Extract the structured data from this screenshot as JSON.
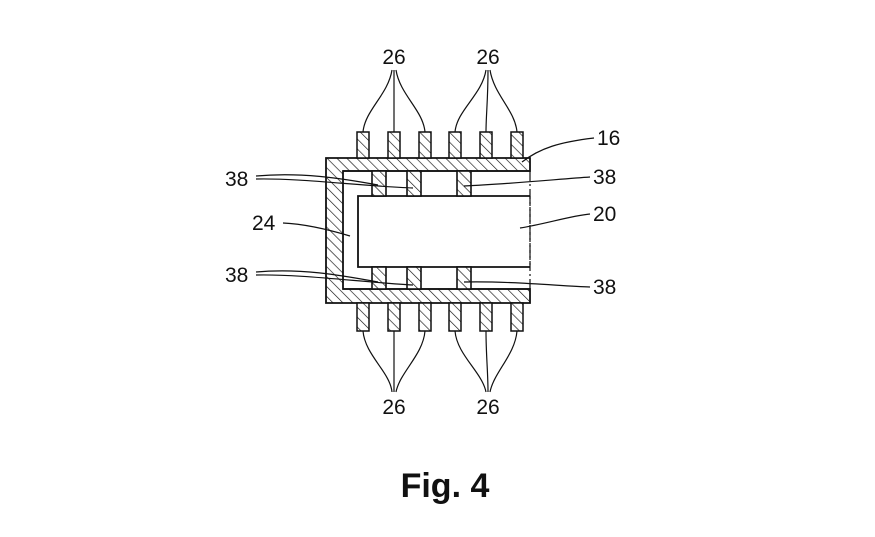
{
  "figure": {
    "caption": "Fig. 4",
    "labels": {
      "pins_top_left": "26",
      "pins_top_right": "26",
      "pins_bottom_left": "26",
      "pins_bottom_right": "26",
      "housing": "16",
      "bore": "20",
      "wall": "24",
      "seal_top_left": "38",
      "seal_top_right": "38",
      "seal_bottom_left": "38",
      "seal_bottom_right": "38"
    }
  }
}
